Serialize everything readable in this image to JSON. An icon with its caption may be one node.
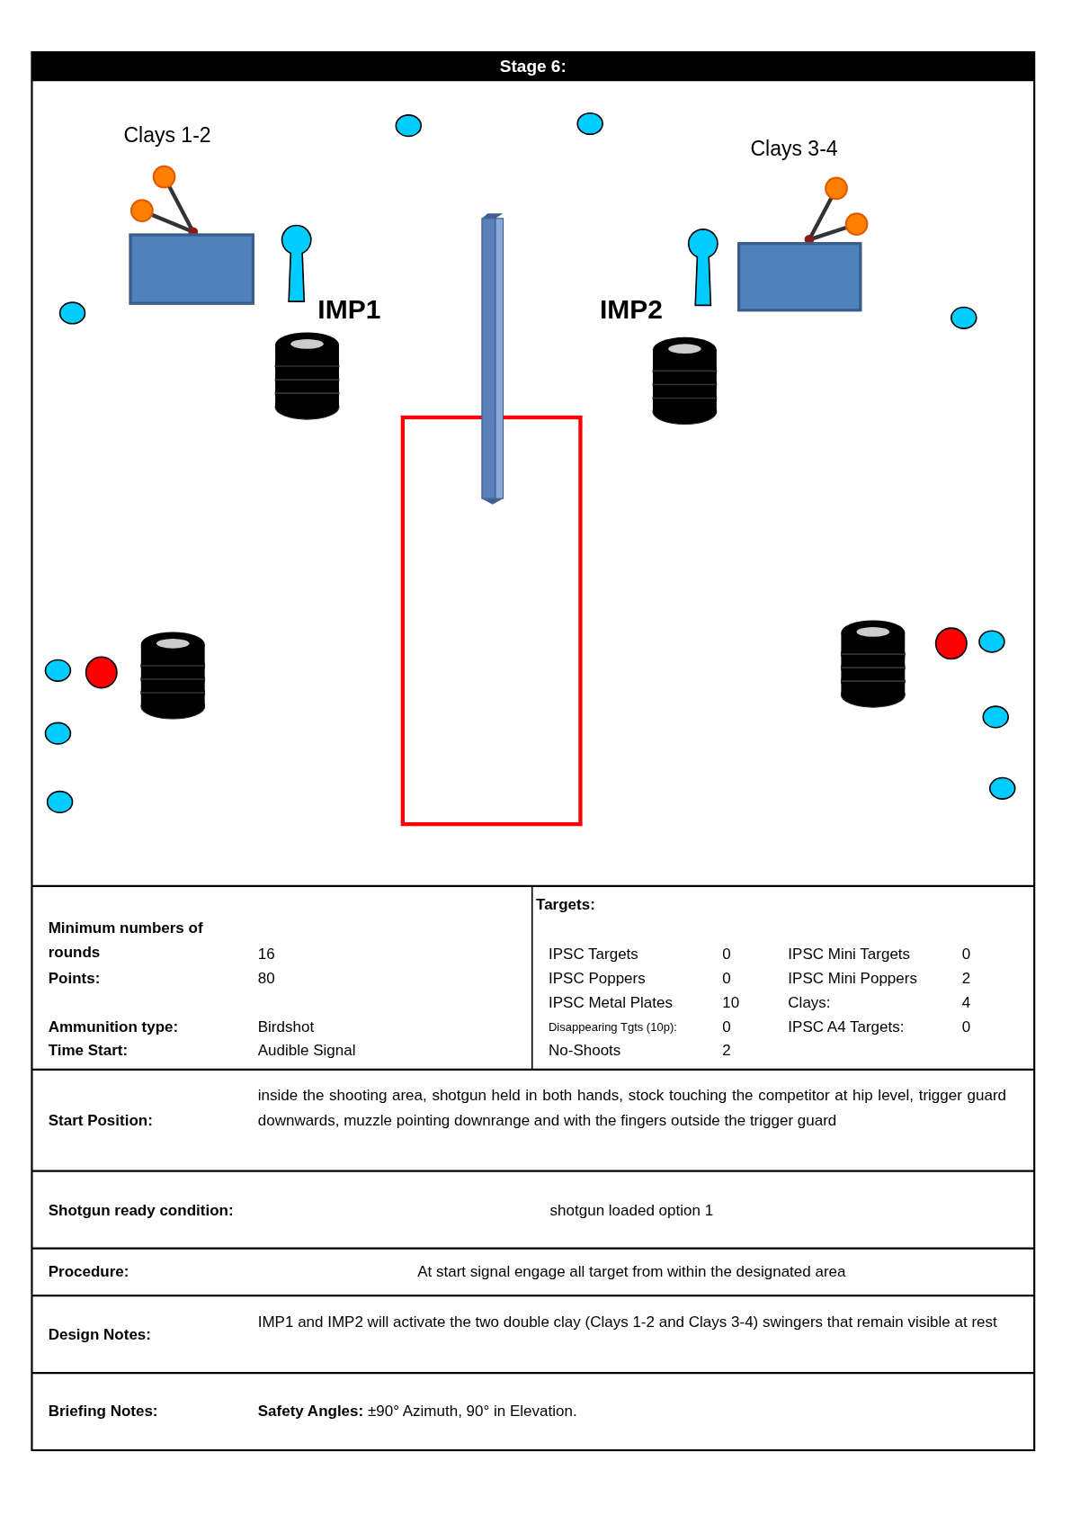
{
  "diagram": {
    "title": "Stage 6:",
    "labels": [
      "Clays 1-2",
      "Clays 3-4",
      "IMP1",
      "IMP2",
      "Targets:",
      "Minimum numbers of rounds",
      "16",
      "IPSC Targets",
      "0",
      "IPSC Mini Targets",
      "0",
      "Points:",
      "80",
      "IPSC Poppers",
      "0",
      "IPSC Mini Poppers",
      "2",
      "IPSC Metal Plates",
      "10",
      "Clays:",
      "4",
      "Ammunition type:",
      "Birdshot",
      "Disappearing Tgts (10p):",
      "0",
      "IPSC A4 Targets:",
      "0",
      "Time Start:",
      "Audible Signal",
      "No-Shoots",
      "2",
      "Start Position:",
      "inside the shooting area, shotgun held in both hands, stock touching the competitor at hip level, trigger guard  downwards, muzzle pointing downrange and with the fingers outside the trigger guard",
      "Shotgun ready condition:",
      "shotgun loaded option 1",
      "Procedure:",
      "At start signal engage all target from within the designated area",
      "Design Notes:",
      "IMP1 and IMP2 will activate the two double clay (Clays 1-2 and Clays 3-4) swingers that remain visible at rest",
      "Briefing Notes:",
      "**Safety Angles:** ±90° Azimuth, 90° in Elevation."
    ]
  }
}
